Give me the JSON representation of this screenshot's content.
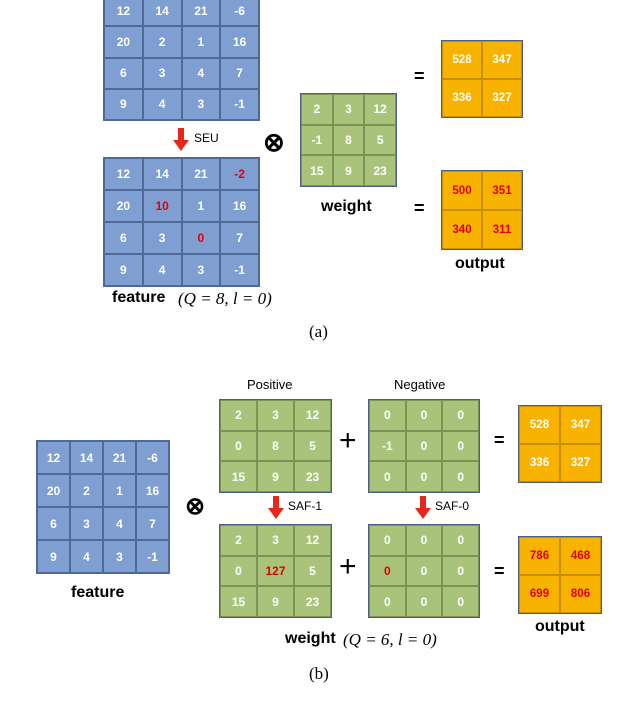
{
  "part_a": {
    "feature_original": [
      [
        "12",
        "14",
        "21",
        "-6"
      ],
      [
        "20",
        "2",
        "1",
        "16"
      ],
      [
        "6",
        "3",
        "4",
        "7"
      ],
      [
        "9",
        "4",
        "3",
        "-1"
      ]
    ],
    "seu_label": "SEU",
    "feature_faulted": [
      [
        "12",
        "14",
        "21",
        "-2"
      ],
      [
        "20",
        "10",
        "1",
        "16"
      ],
      [
        "6",
        "3",
        "0",
        "7"
      ],
      [
        "9",
        "4",
        "3",
        "-1"
      ]
    ],
    "faulted_cells": [
      "0-3",
      "1-1",
      "2-2"
    ],
    "feature_label": "feature",
    "feature_params": "(Q = 8, l = 0)",
    "operator": "⊗",
    "weight": [
      [
        "2",
        "3",
        "12"
      ],
      [
        "-1",
        "8",
        "5"
      ],
      [
        "15",
        "9",
        "23"
      ]
    ],
    "weight_label": "weight",
    "equals": "=",
    "output_original": [
      [
        "528",
        "347"
      ],
      [
        "336",
        "327"
      ]
    ],
    "output_faulted": [
      [
        "500",
        "351"
      ],
      [
        "340",
        "311"
      ]
    ],
    "output_label": "output",
    "caption": "(a)"
  },
  "part_b": {
    "positive_label": "Positive",
    "negative_label": "Negative",
    "feature": [
      [
        "12",
        "14",
        "21",
        "-6"
      ],
      [
        "20",
        "2",
        "1",
        "16"
      ],
      [
        "6",
        "3",
        "4",
        "7"
      ],
      [
        "9",
        "4",
        "3",
        "-1"
      ]
    ],
    "feature_label": "feature",
    "operator": "⊗",
    "plus": "+",
    "equals": "=",
    "weight_pos": [
      [
        "2",
        "3",
        "12"
      ],
      [
        "0",
        "8",
        "5"
      ],
      [
        "15",
        "9",
        "23"
      ]
    ],
    "weight_neg": [
      [
        "0",
        "0",
        "0"
      ],
      [
        "-1",
        "0",
        "0"
      ],
      [
        "0",
        "0",
        "0"
      ]
    ],
    "saf1_label": "SAF-1",
    "saf0_label": "SAF-0",
    "weight_pos_faulted": [
      [
        "2",
        "3",
        "12"
      ],
      [
        "0",
        "127",
        "5"
      ],
      [
        "15",
        "9",
        "23"
      ]
    ],
    "weight_neg_faulted": [
      [
        "0",
        "0",
        "0"
      ],
      [
        "0",
        "0",
        "0"
      ],
      [
        "0",
        "0",
        "0"
      ]
    ],
    "pos_faulted_cells": [
      "1-1"
    ],
    "neg_faulted_cells": [
      "1-0"
    ],
    "weight_label": "weight",
    "weight_params": "(Q = 6, l = 0)",
    "output_original": [
      [
        "528",
        "347"
      ],
      [
        "336",
        "327"
      ]
    ],
    "output_faulted": [
      [
        "786",
        "468"
      ],
      [
        "699",
        "806"
      ]
    ],
    "output_label": "output",
    "caption": "(b)"
  },
  "colors": {
    "feature_blue": "#7f9fd3",
    "weight_green": "#a9c47a",
    "output_orange": "#f7b300",
    "fault_red": "#e00000",
    "arrow_red": "#e8261c"
  }
}
